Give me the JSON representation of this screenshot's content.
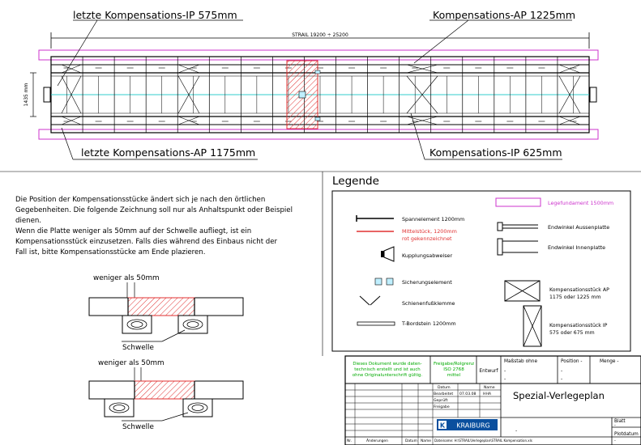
{
  "callouts": {
    "top_left": "letzte Kompensations-IP 575mm",
    "top_right": "Kompensations-AP 1225mm",
    "bottom_left": "letzte Kompensations-AP 1175mm",
    "bottom_right": "Kompensations-IP 625mm"
  },
  "dimensions": {
    "strail": "STRAIL 19200 ÷ 25200",
    "height": "1435 mm"
  },
  "description": [
    "Die Position der Kompensationsstücke ändert sich je nach den örtlichen",
    "Gegebenheiten. Die folgende Zeichnung soll nur als Anhaltspunkt oder Beispiel",
    "dienen.",
    "Wenn die Platte weniger als 50mm auf der Schwelle aufliegt, ist ein",
    "Kompensationsstück einzusetzen. Falls dies während des Einbaus nicht der",
    "Fall ist, bitte Kompensationsstücke am Ende plazieren."
  ],
  "detail1": {
    "label_top": "weniger als 50mm",
    "label_bottom": "Schwelle"
  },
  "detail2": {
    "label_top": "weniger als 50mm",
    "label_bottom": "Schwelle"
  },
  "legend": {
    "title": "Legende",
    "items_left": [
      "Spannelement 1200mm",
      "Mittelstück, 1200mm",
      "rot gekennzeichnet",
      "Kupplungsabweiser",
      "Sicherungselement",
      "Schienenfußklemme",
      "T-Bordstein 1200mm"
    ],
    "items_right": [
      "Legefundament 1500mm",
      "Endwinkel Aussenplatte",
      "Endwinkel Innenplatte",
      "Kompensationsstück AP",
      "1175 oder 1225 mm",
      "Kompensationsstück IP",
      "575 oder 675 mm"
    ]
  },
  "titleblock": {
    "note_green": [
      "Dieses Dokument wurde daten-",
      "technisch erstellt und ist auch",
      "ohne Originalunterschrift gültig."
    ],
    "freigabe": [
      "Freigabe/Rolgrenz",
      "ISO 2768",
      "mittel"
    ],
    "entwurf": "Entwurf",
    "masstab": "Maßstab ohne",
    "position": "Position -",
    "menge": "Menge -",
    "dash": "-",
    "datum": "Datum",
    "name": "Name",
    "bearbeitet": "Bearbeitet",
    "bearb_date": "07.03.08",
    "bearb_name": "HHA",
    "geprueft": "Geprüft",
    "freigabe_row": "Freigabe",
    "title": "Spezial-Verlegeplan",
    "logo": "KRAIBURG",
    "blatt": "Blatt",
    "plotdatum": "Plotdatum",
    "nr": "Nr.",
    "aenderungen": "Änderungen",
    "datum_col": "Datum",
    "name_col": "Name",
    "file_path": "Dateiname: H:\\STRAIL\\Verlegeplan\\STRAIL Kompensation.xls"
  }
}
